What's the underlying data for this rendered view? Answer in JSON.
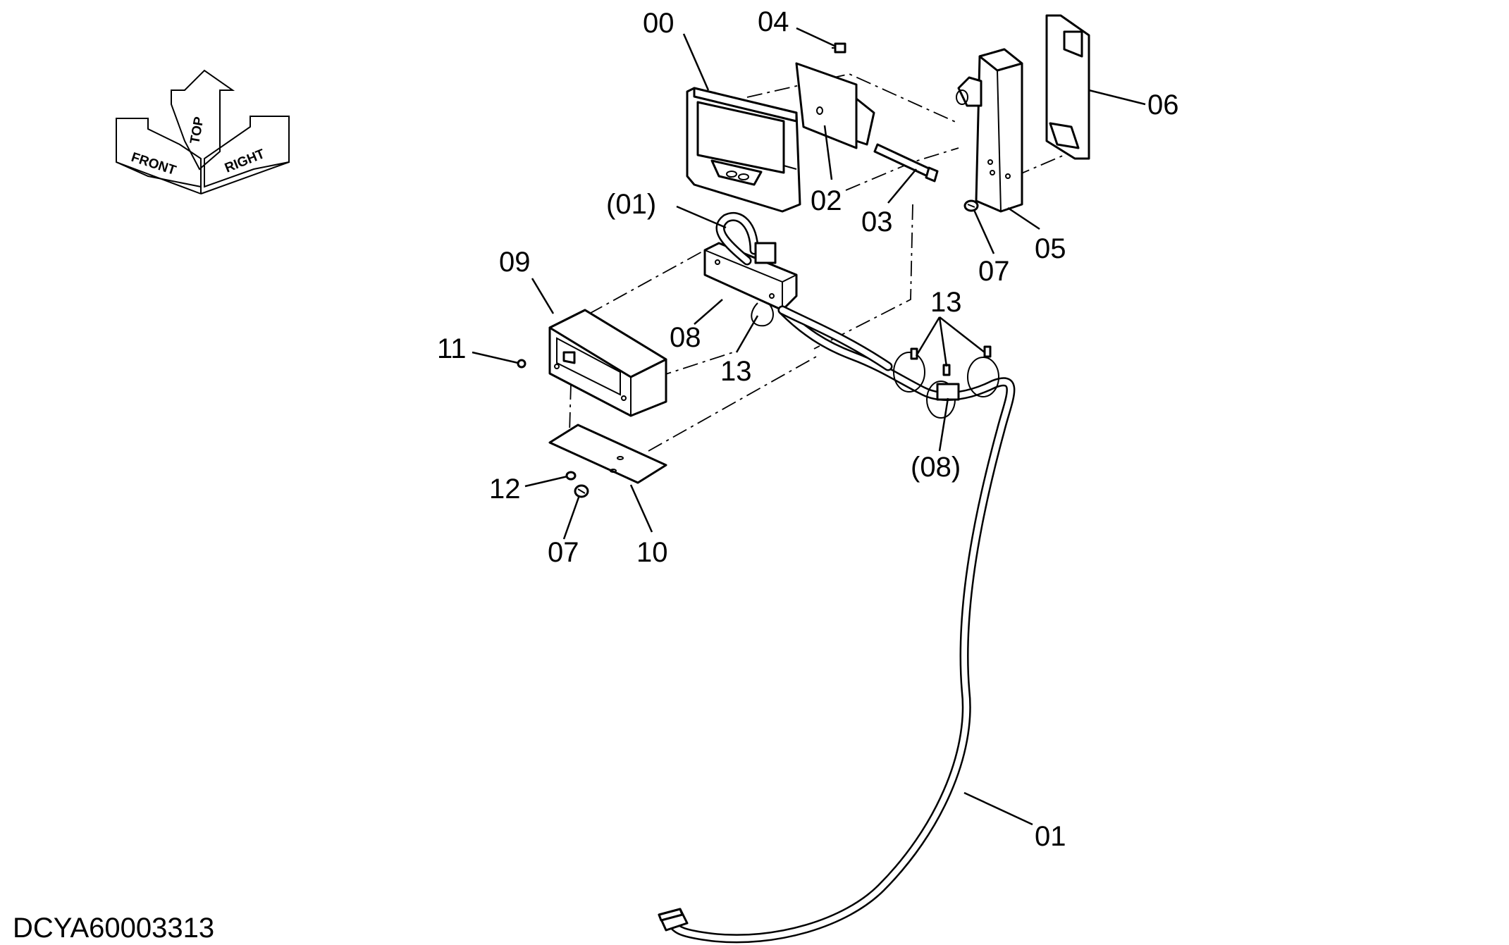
{
  "drawing_id": "DCYA60003313",
  "orientation": {
    "front": "FRONT",
    "top": "TOP",
    "right": "RIGHT"
  },
  "callouts": [
    {
      "id": "c00",
      "text": "00"
    },
    {
      "id": "c04",
      "text": "04"
    },
    {
      "id": "c06",
      "text": "06"
    },
    {
      "id": "c01p",
      "text": "(01)"
    },
    {
      "id": "c02",
      "text": "02"
    },
    {
      "id": "c03",
      "text": "03"
    },
    {
      "id": "c05",
      "text": "05"
    },
    {
      "id": "c07a",
      "text": "07"
    },
    {
      "id": "c09",
      "text": "09"
    },
    {
      "id": "c13a",
      "text": "13"
    },
    {
      "id": "c11",
      "text": "11"
    },
    {
      "id": "c08",
      "text": "08"
    },
    {
      "id": "c13b",
      "text": "13"
    },
    {
      "id": "c08p",
      "text": "(08)"
    },
    {
      "id": "c12",
      "text": "12"
    },
    {
      "id": "c07b",
      "text": "07"
    },
    {
      "id": "c10",
      "text": "10"
    },
    {
      "id": "c01",
      "text": "01"
    }
  ]
}
